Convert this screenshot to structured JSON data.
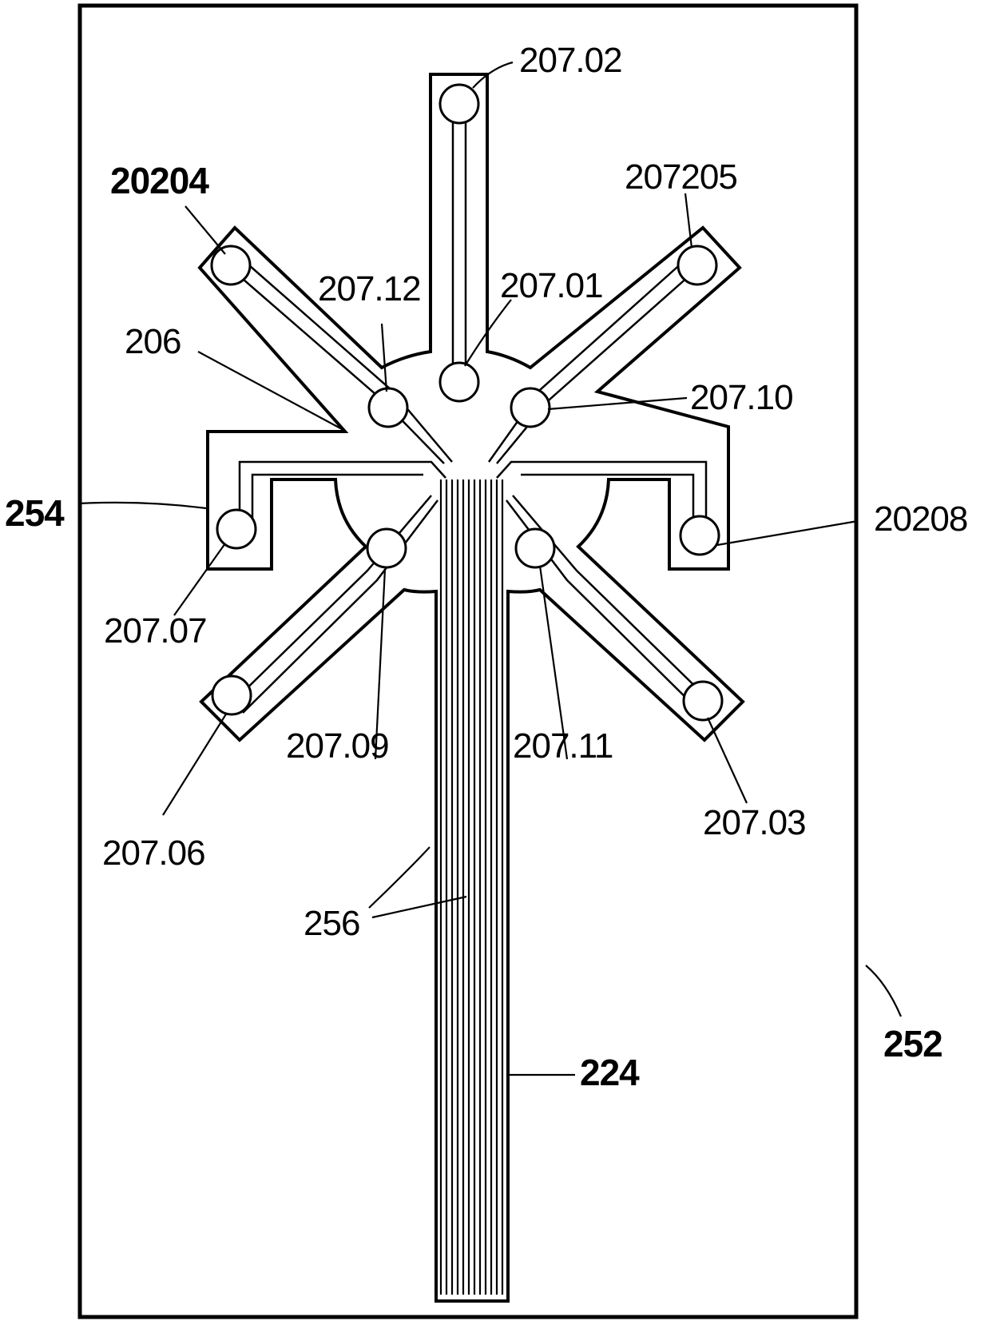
{
  "figure": {
    "labels": {
      "l_20702": "207.02",
      "l_20204": "20204",
      "l_207205": "207205",
      "l_20712": "207.12",
      "l_20701": "207.01",
      "l_206": "206",
      "l_20710": "207.10",
      "l_254": "254",
      "l_20208": "20208",
      "l_20707": "207.07",
      "l_20709": "207.09",
      "l_20711": "207.11",
      "l_20706": "207.06",
      "l_20703": "207.03",
      "l_256": "256",
      "l_252": "252",
      "l_224": "224"
    },
    "colors": {
      "ink": "#000000",
      "paper": "#ffffff"
    }
  }
}
